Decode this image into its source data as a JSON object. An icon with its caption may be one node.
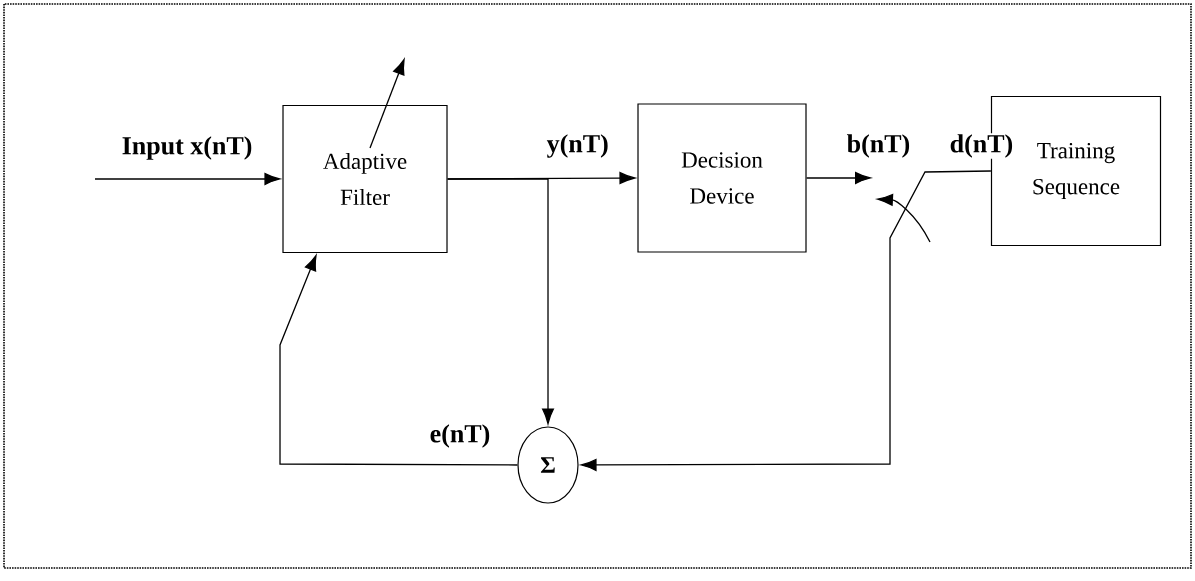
{
  "diagram": {
    "nodes": [
      {
        "text": [
          "Adaptive Filter"
        ]
      },
      {
        "text": [
          "Decision Device"
        ]
      },
      {
        "text": [
          "Training Sequence"
        ]
      },
      {
        "text": [
          "Σ"
        ]
      }
    ],
    "edges": [
      {
        "from": null,
        "to": 0,
        "arrow": "to",
        "label": "Input x(nT)"
      },
      {
        "from": 0,
        "to": 1,
        "arrow": "to",
        "label": "y(nT)"
      },
      {
        "from": 0,
        "to": 3,
        "arrow": "to"
      },
      {
        "from": 1,
        "to": null,
        "arrow": "to",
        "label": "b(nT)"
      },
      {
        "from": 2,
        "to": 3,
        "arrow": "to",
        "label": "d(nT)"
      },
      {
        "from": 3,
        "to": 0,
        "arrow": "to",
        "label": "e(nT)"
      }
    ]
  }
}
